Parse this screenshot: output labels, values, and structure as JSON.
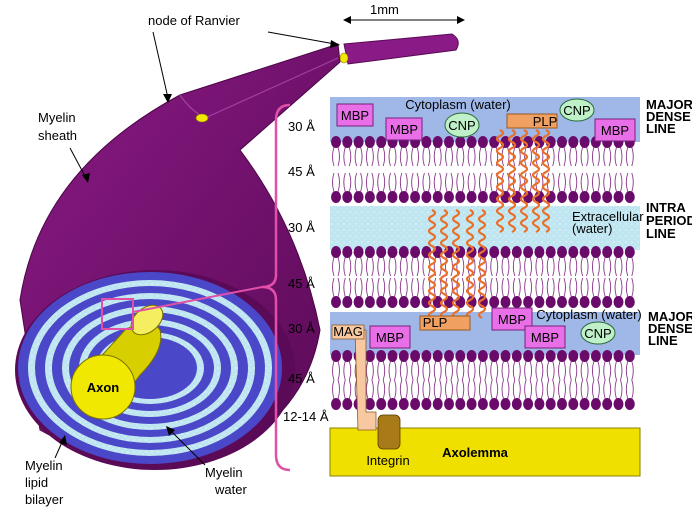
{
  "labels": {
    "node_of_ranvier": "node of Ranvier",
    "scale": "1mm",
    "myelin_sheath": [
      "Myelin",
      "sheath"
    ],
    "axon": "Axon",
    "myelin_lipid_bilayer": [
      "Myelin",
      "lipid",
      "bilayer"
    ],
    "myelin_water": [
      "Myelin",
      "water"
    ]
  },
  "right_panel": {
    "layer_spacings": [
      "30 Å",
      "45 Å",
      "30 Å",
      "45 Å",
      "30 Å",
      "45 Å",
      "12-14 Å"
    ],
    "line_labels": {
      "major_dense_top": [
        "MAJOR",
        "DENSE",
        "LINE"
      ],
      "intra_period": [
        "INTRA",
        "PERIOD",
        "LINE"
      ],
      "major_dense_bottom": [
        "MAJOR",
        "DENSE",
        "LINE"
      ]
    },
    "regions": {
      "cytoplasm_top": "Cytoplasm (water)",
      "extracellular": [
        "Extracellular",
        "(water)"
      ],
      "cytoplasm_bottom": "Cytoplasm (water)"
    },
    "proteins": {
      "mbp": "MBP",
      "cnp": "CNP",
      "plp": "PLP",
      "mag": "MAG",
      "integrin": "Integrin"
    },
    "axolemma": "Axolemma"
  },
  "colors": {
    "myelin": "#7a1275",
    "myelin_dark": "#5a0a56",
    "blue_layer": "#4a48c8",
    "water": "#bfe6f0",
    "axon": "#f0e800",
    "cytoplasm": "#9fb8e8",
    "lipid_head": "#6a0a6a",
    "protein_pink": "#e86fe8",
    "cnp_green": "#bff0c8",
    "plp_orange": "#f0a060",
    "axolemma": "#f0e000",
    "bracket": "#e050a8"
  }
}
